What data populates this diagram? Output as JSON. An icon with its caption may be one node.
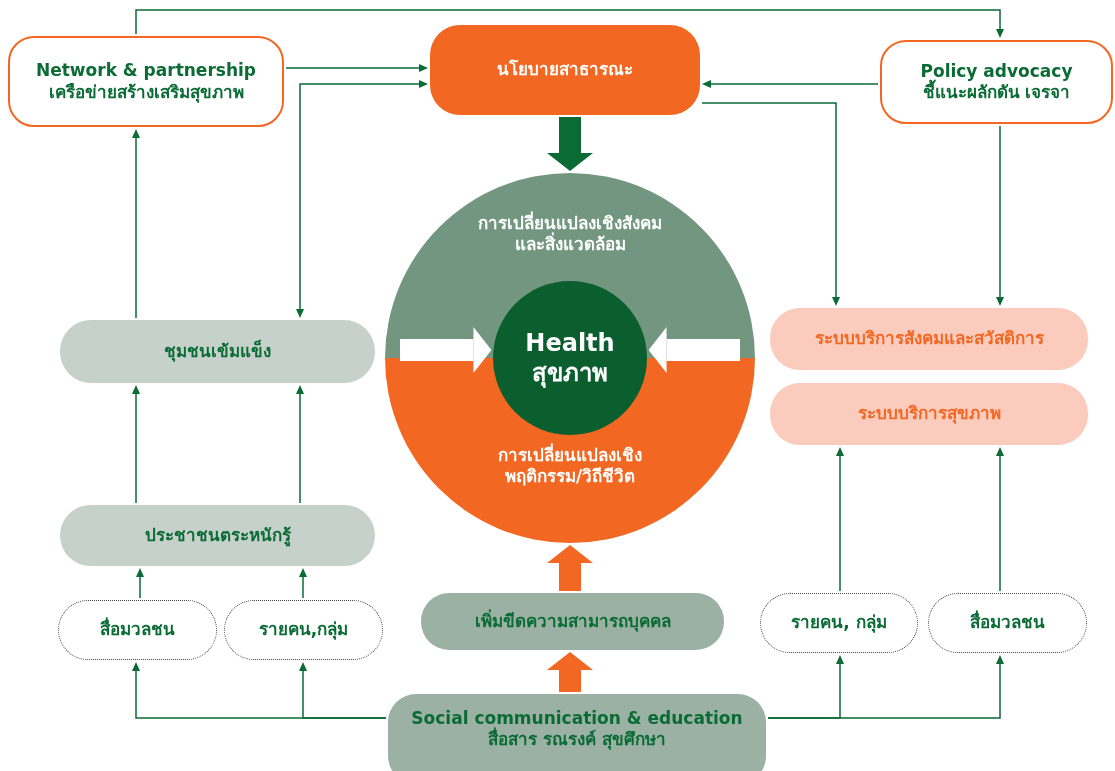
{
  "diagram": {
    "nodes": [
      {
        "text": [
          "Network & partnership",
          "เครือข่ายสร้างเสริมสุขภาพ"
        ]
      },
      {
        "text": [
          "นโยบายสาธารณะ"
        ]
      },
      {
        "text": [
          "Policy advocacy",
          "ชี้แนะผลักดัน เจรจา"
        ]
      },
      {
        "text": [
          "การเปลี่ยนแปลงเชิงสังคม และสิ่งแวดล้อม",
          "การเปลี่ยนแปลงเชิง พฤติกรรม/วิถีชีวิต"
        ]
      },
      {
        "text": [
          "Health",
          "สุขภาพ"
        ],
        "in": 3
      },
      {
        "text": [
          "ชุมชนเข้มแข็ง"
        ]
      },
      {
        "text": [
          "ระบบบริการสังคมและสวัสดิการ"
        ]
      },
      {
        "text": [
          "ระบบบริการสุขภาพ"
        ]
      },
      {
        "text": [
          "ประชาชนตระหนักรู้"
        ]
      },
      {
        "text": [
          "สื่อมวลชน"
        ]
      },
      {
        "text": [
          "รายคน,กลุ่ม"
        ]
      },
      {
        "text": [
          "เพิ่มขีดความสามารถบุคคล"
        ]
      },
      {
        "text": [
          "รายคน, กลุ่ม"
        ]
      },
      {
        "text": [
          "สื่อมวลชน"
        ]
      },
      {
        "text": [
          "Social communication & education",
          "สื่อสาร รณรงค์ สุขศึกษา"
        ]
      }
    ],
    "edges": [
      {
        "from": 0,
        "to": 1,
        "arrow": "to"
      },
      {
        "from": 5,
        "to": 1,
        "arrow": "both"
      },
      {
        "from": 0,
        "to": 2,
        "arrow": "to"
      },
      {
        "from": 2,
        "to": 1,
        "arrow": "to"
      },
      {
        "from": 1,
        "to": 6,
        "arrow": "to"
      },
      {
        "from": 2,
        "to": 6,
        "arrow": "to"
      },
      {
        "from": 1,
        "to": 3,
        "arrow": "to",
        "style": "thick"
      },
      {
        "from": null,
        "to": 4,
        "arrow": "to",
        "style": "thick",
        "color": "#ffffff"
      },
      {
        "from": null,
        "to": 4,
        "arrow": "to",
        "style": "thick",
        "color": "#ffffff"
      },
      {
        "from": 5,
        "to": 0,
        "arrow": "to"
      },
      {
        "from": 8,
        "to": 5,
        "arrow": "to"
      },
      {
        "from": 8,
        "to": 5,
        "arrow": "to"
      },
      {
        "from": 9,
        "to": 8,
        "arrow": "to"
      },
      {
        "from": 10,
        "to": 8,
        "arrow": "to"
      },
      {
        "from": 14,
        "to": 9,
        "arrow": "to"
      },
      {
        "from": 14,
        "to": 10,
        "arrow": "to"
      },
      {
        "from": 14,
        "to": 12,
        "arrow": "to"
      },
      {
        "from": 14,
        "to": 13,
        "arrow": "to"
      },
      {
        "from": 12,
        "to": 7,
        "arrow": "to"
      },
      {
        "from": 13,
        "to": 7,
        "arrow": "to"
      },
      {
        "from": 14,
        "to": 11,
        "arrow": "to",
        "style": "thick",
        "color": "#f26722"
      },
      {
        "from": 11,
        "to": 3,
        "arrow": "to",
        "style": "thick",
        "color": "#f26722"
      }
    ]
  }
}
